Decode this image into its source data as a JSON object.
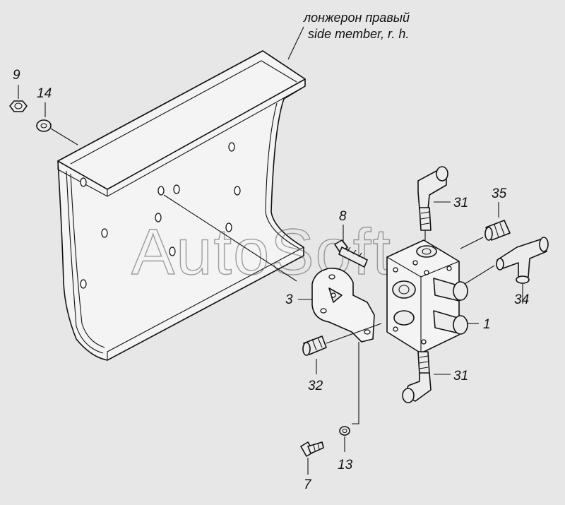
{
  "caption": {
    "line_ru": "лонжерон правый",
    "line_en": "side member, r. h."
  },
  "watermark": "AutoSoft",
  "labels": {
    "p1": "1",
    "p3": "3",
    "p7": "7",
    "p8": "8",
    "p9": "9",
    "p13": "13",
    "p14": "14",
    "p31_top": "31",
    "p31_bottom": "31",
    "p32": "32",
    "p34": "34",
    "p35": "35"
  },
  "colors": {
    "background": "#e7e7e7",
    "ink": "#111111"
  }
}
